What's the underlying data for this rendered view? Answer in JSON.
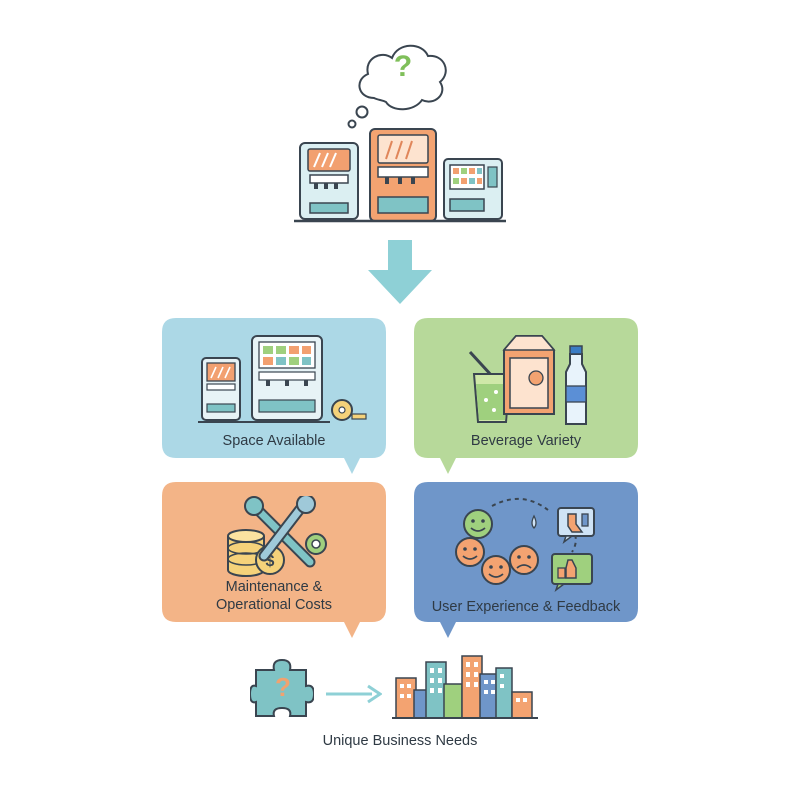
{
  "header": {
    "thought_symbol": "?",
    "machines": [
      "soda-fountain-machine",
      "beverage-dispenser-machine",
      "snack-vending-machine"
    ]
  },
  "panels": [
    {
      "id": "space",
      "label": "Space Available",
      "color": "#acd8e6",
      "icon": "machines-tape-measure-icon"
    },
    {
      "id": "variety",
      "label": "Beverage Variety",
      "color": "#b7d99a",
      "icon": "drinks-icon"
    },
    {
      "id": "costs",
      "label_line1": "Maintenance &",
      "label_line2": "Operational Costs",
      "color": "#f3b487",
      "icon": "tools-coins-icon"
    },
    {
      "id": "ux",
      "label": "User Experience & Feedback",
      "color": "#6f96c9",
      "icon": "faces-thumbs-icon"
    }
  ],
  "footer": {
    "puzzle_symbol": "?",
    "label": "Unique Business Needs"
  },
  "colors": {
    "accent_arrow": "#8ed0d6",
    "outline": "#3a4550",
    "teal": "#7fc3c5",
    "orange": "#f1a26f",
    "green": "#9fd07e"
  }
}
